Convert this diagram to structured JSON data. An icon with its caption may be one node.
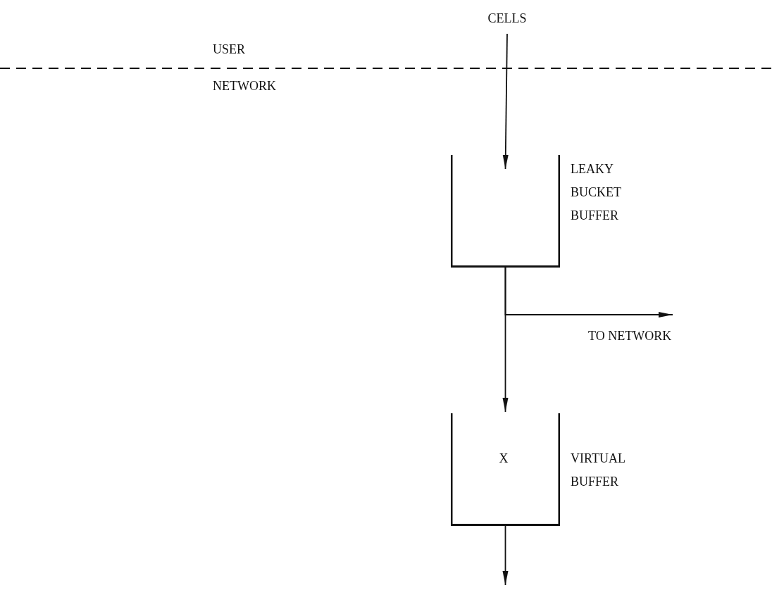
{
  "diagram": {
    "nodes": [
      {
        "text": [
          "CELLS"
        ]
      },
      {
        "text": [
          "LEAKY BUCKET BUFFER"
        ]
      },
      {
        "text": [
          "X",
          "VIRTUAL BUFFER"
        ]
      },
      {
        "text": [
          "TO NETWORK"
        ]
      }
    ],
    "edges": [
      {
        "from": 0,
        "to": 1,
        "arrow": "to"
      },
      {
        "from": 1,
        "to": 2,
        "arrow": "to"
      },
      {
        "from": 1,
        "to": 3,
        "arrow": "to"
      },
      {
        "from": 2,
        "to": null,
        "arrow": "to"
      }
    ],
    "labels": [
      "USER",
      "NETWORK"
    ]
  }
}
